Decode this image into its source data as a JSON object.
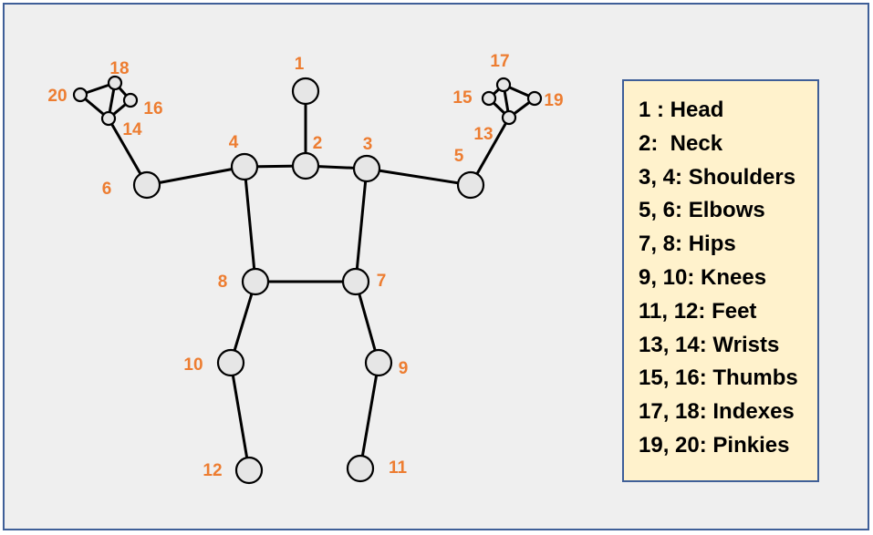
{
  "joints": [
    {
      "id": "1",
      "label": "1"
    },
    {
      "id": "2",
      "label": "2"
    },
    {
      "id": "3",
      "label": "3"
    },
    {
      "id": "4",
      "label": "4"
    },
    {
      "id": "5",
      "label": "5"
    },
    {
      "id": "6",
      "label": "6"
    },
    {
      "id": "7",
      "label": "7"
    },
    {
      "id": "8",
      "label": "8"
    },
    {
      "id": "9",
      "label": "9"
    },
    {
      "id": "10",
      "label": "10"
    },
    {
      "id": "11",
      "label": "11"
    },
    {
      "id": "12",
      "label": "12"
    },
    {
      "id": "13",
      "label": "13"
    },
    {
      "id": "14",
      "label": "14"
    },
    {
      "id": "15",
      "label": "15"
    },
    {
      "id": "16",
      "label": "16"
    },
    {
      "id": "17",
      "label": "17"
    },
    {
      "id": "18",
      "label": "18"
    },
    {
      "id": "19",
      "label": "19"
    },
    {
      "id": "20",
      "label": "20"
    }
  ],
  "bones": [
    [
      "1",
      "2"
    ],
    [
      "2",
      "3"
    ],
    [
      "2",
      "4"
    ],
    [
      "3",
      "5"
    ],
    [
      "4",
      "6"
    ],
    [
      "3",
      "7"
    ],
    [
      "4",
      "8"
    ],
    [
      "7",
      "8"
    ],
    [
      "7",
      "9"
    ],
    [
      "8",
      "10"
    ],
    [
      "9",
      "11"
    ],
    [
      "10",
      "12"
    ],
    [
      "5",
      "13"
    ],
    [
      "6",
      "14"
    ],
    [
      "13",
      "15"
    ],
    [
      "13",
      "17"
    ],
    [
      "13",
      "19"
    ],
    [
      "15",
      "17"
    ],
    [
      "17",
      "19"
    ],
    [
      "14",
      "16"
    ],
    [
      "14",
      "18"
    ],
    [
      "14",
      "20"
    ],
    [
      "18",
      "20"
    ],
    [
      "16",
      "18"
    ]
  ],
  "legend": [
    "1 : Head",
    "2:  Neck",
    "3, 4: Shoulders",
    "5, 6: Elbows",
    "7, 8: Hips",
    "9, 10: Knees",
    "11, 12: Feet",
    "13, 14: Wrists",
    "15, 16: Thumbs",
    "17, 18: Indexes",
    "19, 20: Pinkies"
  ],
  "colors": {
    "background": "#efefef",
    "border": "#3f5f98",
    "label": "#ed7d31",
    "joint_fill": "#e6e6e6",
    "legend_bg": "#fff2cc"
  }
}
